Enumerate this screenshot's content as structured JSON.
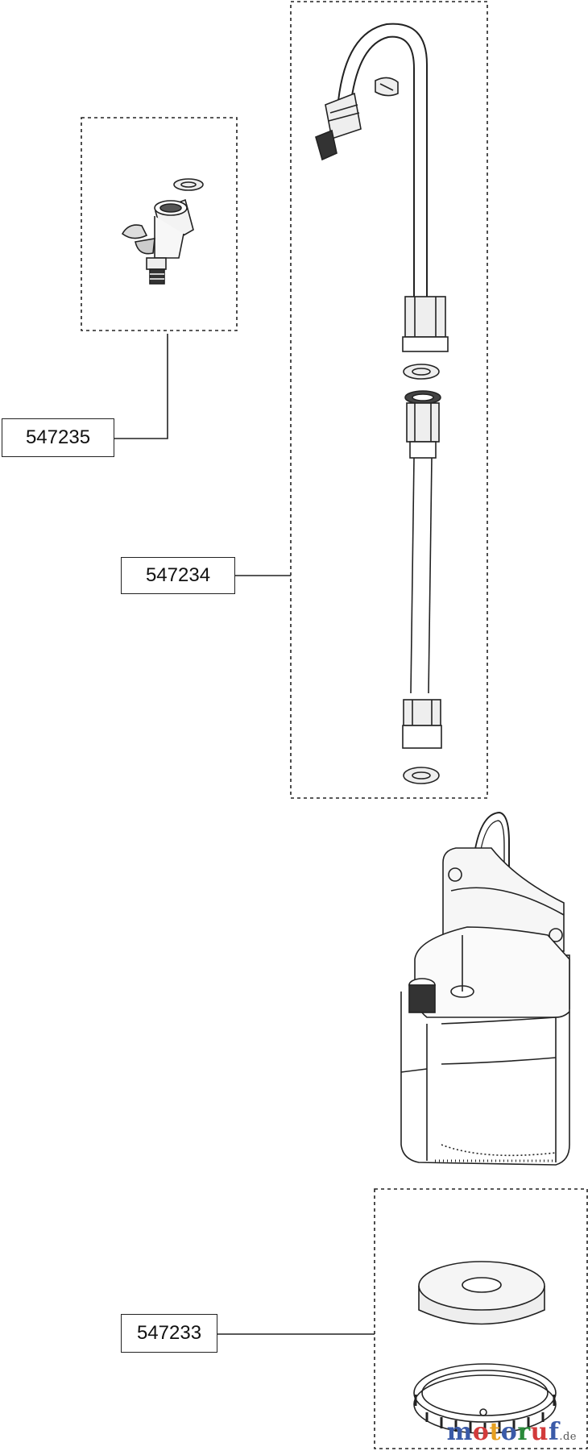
{
  "parts": [
    {
      "id": "callout-547235",
      "label": "547235"
    },
    {
      "id": "callout-547234",
      "label": "547234"
    },
    {
      "id": "callout-547233",
      "label": "547233"
    }
  ],
  "watermark": {
    "text": "motoruf",
    "suffix": ".de",
    "colors": [
      "#3a5aa8",
      "#d23b3b",
      "#e6a020",
      "#3a5aa8",
      "#2a8a3a",
      "#d23b3b",
      "#3a5aa8"
    ]
  }
}
